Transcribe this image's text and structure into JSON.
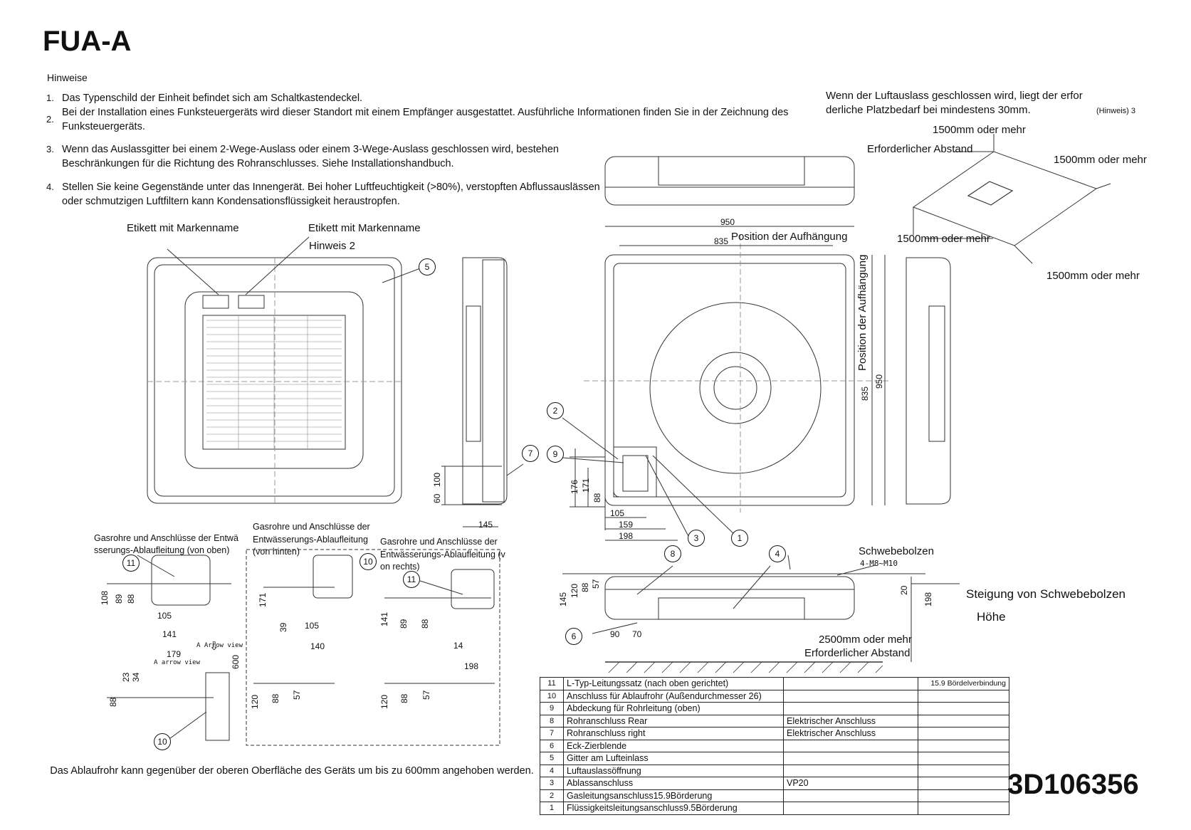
{
  "header": {
    "title": "FUA-A",
    "drawing_number": "3D106356"
  },
  "notes": {
    "heading": "Hinweise",
    "items": [
      {
        "num": "1.",
        "text": "Das Typenschild der Einheit befindet sich am Schaltkastendeckel."
      },
      {
        "num": "2.",
        "text": "Bei der Installation eines Funksteuergeräts wird dieser Standort mit einem Empfänger ausgestattet. Ausführliche Informationen finden Sie in der Zeichnung des Funksteuergeräts."
      },
      {
        "num": "3.",
        "text": "Wenn das Auslassgitter bei einem 2-Wege-Auslass oder einem 3-Wege-Auslass geschlossen wird, bestehen Beschränkungen für die Richtung des Rohranschlusses. Siehe Installationshandbuch."
      },
      {
        "num": "4.",
        "text": "Stellen Sie keine Gegenstände unter das Innengerät. Bei hoher Luftfeuchtigkeit (>80%), verstopften Abflussauslässen oder schmutzigen Luftfiltern kann Kondensationsflüssigkeit heraustropfen."
      }
    ]
  },
  "clearance": {
    "line1": "Wenn der Luftauslass geschlossen wird, liegt der erfor",
    "line2": "derliche Platzbedarf bei mindestens 30mm.",
    "note_ref": "(Hinweis) 3",
    "top": "1500mm oder mehr",
    "required": "Erforderlicher Abstand",
    "right": "1500mm oder mehr",
    "left": "1500mm oder mehr",
    "bottom": "1500mm oder mehr"
  },
  "front_view": {
    "label_brand_1": "Etikett mit Markenname",
    "label_brand_2": "Etikett mit Markenname",
    "hinweis2": "Hinweis 2"
  },
  "top_view": {
    "dim_950_h": "950",
    "dim_835_h": "835",
    "position_h": "Position der Aufhängung",
    "position_v": "Position der Aufhängung",
    "dim_835_v": "835",
    "dim_950_v": "950",
    "dim_176": "176",
    "dim_171": "171",
    "dim_88": "88",
    "dim_105": "105",
    "dim_159": "159",
    "dim_198": "198"
  },
  "side_view": {
    "dim_100": "100",
    "dim_60": "60",
    "dim_145": "145"
  },
  "pipe_views": {
    "view1_title": "Gasrohre und Anschlüsse der Entwässerungs-Ablaufleitung (von oben)",
    "view1_line1": "Gasrohre und Anschlüsse der Entwä",
    "view1_line2": "sserungs-Ablaufleitung (von oben)",
    "view2_line1": "Gasrohre und Anschlüsse der",
    "view2_line2": "Entwässerungs-Ablaufleitung",
    "view2_line3": "(von hinten)",
    "view3_line1": "Gasrohre und Anschlüsse der",
    "view3_line2": "Entwässerungs-Ablaufleitung (v",
    "view3_line3": "on rechts)",
    "v1": {
      "d108": "108",
      "d89": "89",
      "d88": "88",
      "d105": "105",
      "d141": "141",
      "d179": "179",
      "d23": "23",
      "d34": "34",
      "d600": "600",
      "d88b": "88",
      "arrow_view": "A Arrow view",
      "arrow_view2": "A arrow view"
    },
    "v2": {
      "d171": "171",
      "d39": "39",
      "d105": "105",
      "d140": "140",
      "d120": "120",
      "d88": "88",
      "d57": "57"
    },
    "v3": {
      "d141": "141",
      "d89": "89",
      "d88": "88",
      "d14": "14",
      "d198": "198",
      "d120": "120",
      "d88b": "88",
      "d57": "57"
    }
  },
  "bottom_view": {
    "schwebebolzen": "Schwebebolzen",
    "bolt_spec": "4-M8~M10",
    "steigung": "Steigung von Schwebebolzen",
    "hoehe": "Höhe",
    "d145": "145",
    "d120": "120",
    "d88": "88",
    "d57": "57",
    "d90": "90",
    "d70": "70",
    "d20": "20",
    "d198": "198",
    "clear_2500": "2500mm oder mehr",
    "clear_label": "Erforderlicher Abstand"
  },
  "balloons": [
    "1",
    "2",
    "3",
    "4",
    "5",
    "6",
    "7",
    "8",
    "9",
    "10",
    "11"
  ],
  "parts_table": [
    {
      "no": "11",
      "desc": "L-Typ-Leitungssatz (nach oben gerichtet)",
      "spec": "",
      "extra": "15.9 Bördelverbindung"
    },
    {
      "no": "10",
      "desc": "Anschluss für Ablaufrohr (Außendurchmesser 26)",
      "spec": "",
      "extra": ""
    },
    {
      "no": "9",
      "desc": "Abdeckung für Rohrleitung (oben)",
      "spec": "",
      "extra": ""
    },
    {
      "no": "8",
      "desc": "Rohranschluss Rear",
      "spec": "Elektrischer Anschluss",
      "extra": ""
    },
    {
      "no": "7",
      "desc": "Rohranschluss right",
      "spec": "Elektrischer Anschluss",
      "extra": ""
    },
    {
      "no": "6",
      "desc": "Eck-Zierblende",
      "spec": "",
      "extra": ""
    },
    {
      "no": "5",
      "desc": "Gitter am Lufteinlass",
      "spec": "",
      "extra": ""
    },
    {
      "no": "4",
      "desc": "Luftauslassöffnung",
      "spec": "",
      "extra": ""
    },
    {
      "no": "3",
      "desc": "Ablassanschluss",
      "spec": "VP20",
      "extra": ""
    },
    {
      "no": "2",
      "desc": "Gasleitungsanschluss15.9Börderung",
      "spec": "",
      "extra": ""
    },
    {
      "no": "1",
      "desc": "Flüssigkeitsleitungsanschluss9.5Börderung",
      "spec": "",
      "extra": ""
    }
  ],
  "footnote": "Das Ablaufrohr kann gegenüber der oberen Oberfläche des Geräts um bis zu 600mm angehoben werden."
}
